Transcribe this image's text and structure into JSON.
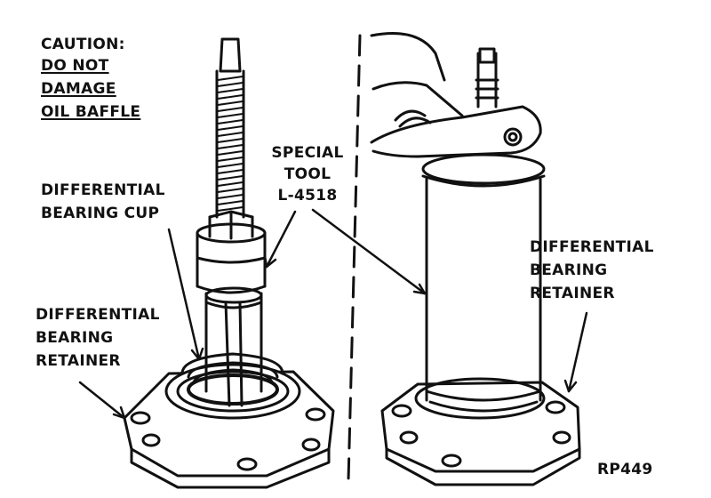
{
  "caution": {
    "title": "CAUTION:",
    "line1": "DO NOT",
    "line2": "DAMAGE",
    "line3": "OIL BAFFLE"
  },
  "labels": {
    "special_tool_1": "SPECIAL",
    "special_tool_2": "TOOL",
    "special_tool_3": "L-4518",
    "cup_1": "DIFFERENTIAL",
    "cup_2": "BEARING CUP",
    "retainer_left_1": "DIFFERENTIAL",
    "retainer_left_2": "BEARING",
    "retainer_left_3": "RETAINER",
    "retainer_right_1": "DIFFERENTIAL",
    "retainer_right_2": "BEARING",
    "retainer_right_3": "RETAINER",
    "figure_code": "RP449"
  },
  "colors": {
    "ink": "#111111",
    "paper": "#ffffff"
  }
}
